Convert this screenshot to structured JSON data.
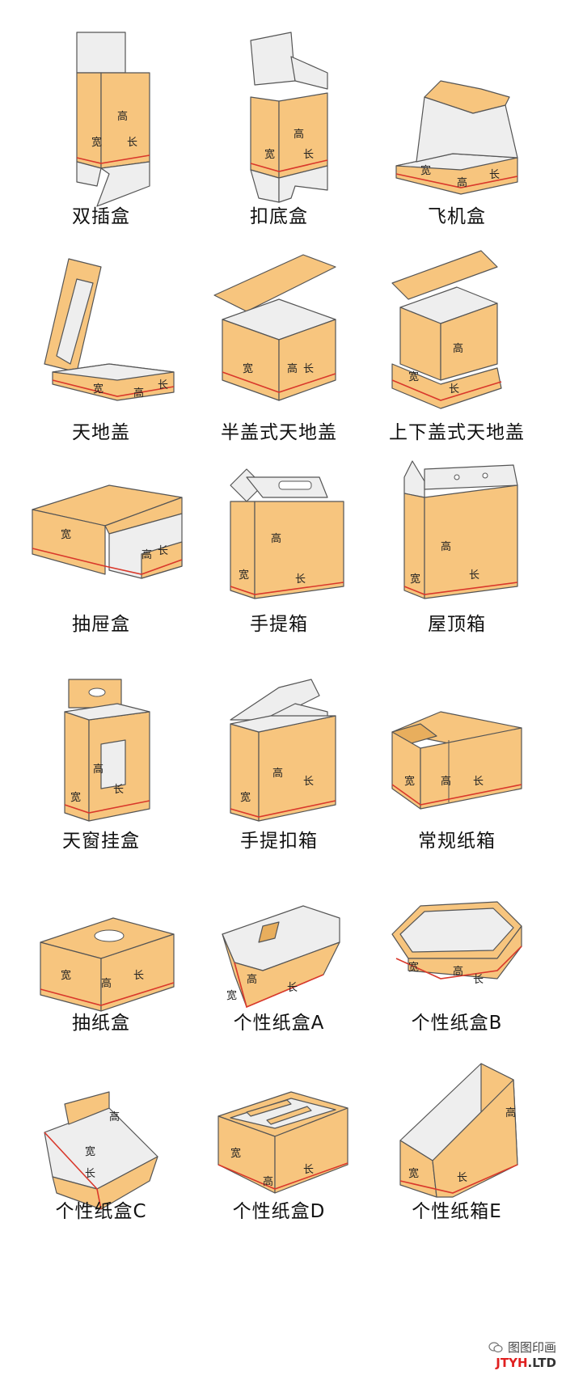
{
  "colors": {
    "kraft": "#f7c57e",
    "kraft_dark": "#e8ae5d",
    "inner": "#eeeeee",
    "inner_dark": "#dcdcdc",
    "stroke": "#555555",
    "dim_line": "#d9382b"
  },
  "dim_labels": {
    "width": "宽",
    "height": "高",
    "length": "长"
  },
  "boxes": [
    {
      "caption": "双插盒",
      "shape": "tuck-end",
      "dims": [
        "width",
        "height",
        "length"
      ]
    },
    {
      "caption": "扣底盒",
      "shape": "snap-bottom",
      "dims": [
        "width",
        "height",
        "length"
      ]
    },
    {
      "caption": "飞机盒",
      "shape": "mailer",
      "dims": [
        "width",
        "height",
        "length"
      ]
    },
    {
      "caption": "天地盖",
      "shape": "lid-base-hinged",
      "dims": [
        "width",
        "height",
        "length"
      ]
    },
    {
      "caption": "半盖式天地盖",
      "shape": "half-lid",
      "dims": [
        "width",
        "height",
        "length"
      ]
    },
    {
      "caption": "上下盖式天地盖",
      "shape": "top-bottom-lid",
      "dims": [
        "width",
        "height",
        "length"
      ]
    },
    {
      "caption": "抽屉盒",
      "shape": "drawer",
      "dims": [
        "width",
        "height",
        "length"
      ]
    },
    {
      "caption": "手提箱",
      "shape": "handle-box",
      "dims": [
        "width",
        "height",
        "length"
      ]
    },
    {
      "caption": "屋顶箱",
      "shape": "gable-box",
      "dims": [
        "width",
        "height",
        "length"
      ]
    },
    {
      "caption": "天窗挂盒",
      "shape": "window-hang",
      "dims": [
        "width",
        "height",
        "length"
      ]
    },
    {
      "caption": "手提扣箱",
      "shape": "handle-lock",
      "dims": [
        "width",
        "height",
        "length"
      ]
    },
    {
      "caption": "常规纸箱",
      "shape": "carton",
      "dims": [
        "width",
        "height",
        "length"
      ]
    },
    {
      "caption": "抽纸盒",
      "shape": "tissue",
      "dims": [
        "width",
        "height",
        "length"
      ]
    },
    {
      "caption": "个性纸盒A",
      "shape": "tray-a",
      "dims": [
        "width",
        "height",
        "length"
      ]
    },
    {
      "caption": "个性纸盒B",
      "shape": "hex-tray",
      "dims": [
        "width",
        "height",
        "length"
      ]
    },
    {
      "caption": "个性纸盒C",
      "shape": "curve-tray",
      "dims": [
        "width",
        "height",
        "length"
      ]
    },
    {
      "caption": "个性纸盒D",
      "shape": "divider-tray",
      "dims": [
        "width",
        "height",
        "length"
      ]
    },
    {
      "caption": "个性纸箱E",
      "shape": "slant-box",
      "dims": [
        "width",
        "height",
        "length"
      ]
    }
  ],
  "watermark": {
    "line1": "图图印画",
    "line2_red": "JTYH",
    "line2_rest": ".LTD",
    "icon": "wechat-icon"
  }
}
